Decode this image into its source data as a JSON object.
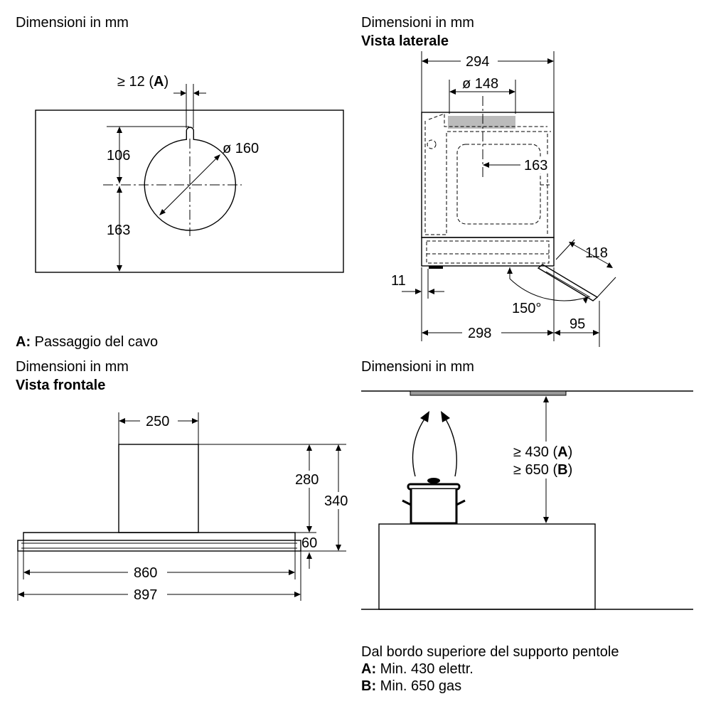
{
  "panel_top_view": {
    "heading": "Dimensioni in mm",
    "cable_gap_prefix": "≥ 12 (",
    "cable_gap_letter": "A",
    "cable_gap_suffix": ")",
    "dim_106": "106",
    "dim_163": "163",
    "diameter": "ø 160",
    "legend_letter": "A:",
    "legend_text": " Passaggio del cavo"
  },
  "panel_side_view": {
    "heading": "Dimensioni in mm",
    "subheading": "Vista laterale",
    "dim_294": "294",
    "diameter": "ø 148",
    "dim_163": "163",
    "dim_118": "118",
    "dim_11": "11",
    "angle": "150°",
    "dim_298": "298",
    "dim_95": "95"
  },
  "panel_front_view": {
    "heading": "Dimensioni in mm",
    "subheading": "Vista frontale",
    "dim_250": "250",
    "dim_280": "280",
    "dim_340": "340",
    "dim_60": "60",
    "dim_860": "860",
    "dim_897": "897"
  },
  "panel_install_height": {
    "heading": "Dimensioni in mm",
    "height_a_prefix": "≥ 430 (",
    "height_a_letter": "A",
    "height_a_suffix": ")",
    "height_b_prefix": "≥ 650 (",
    "height_b_letter": "B",
    "height_b_suffix": ")",
    "note_title": "Dal bordo superiore del supporto pentole",
    "note_a_letter": "A:",
    "note_a_text": " Min. 430 elettr.",
    "note_b_letter": "B:",
    "note_b_text": " Min. 650 gas"
  },
  "colors": {
    "line": "#000000",
    "filter_grey": "#bbbbbb",
    "background": "#ffffff"
  }
}
